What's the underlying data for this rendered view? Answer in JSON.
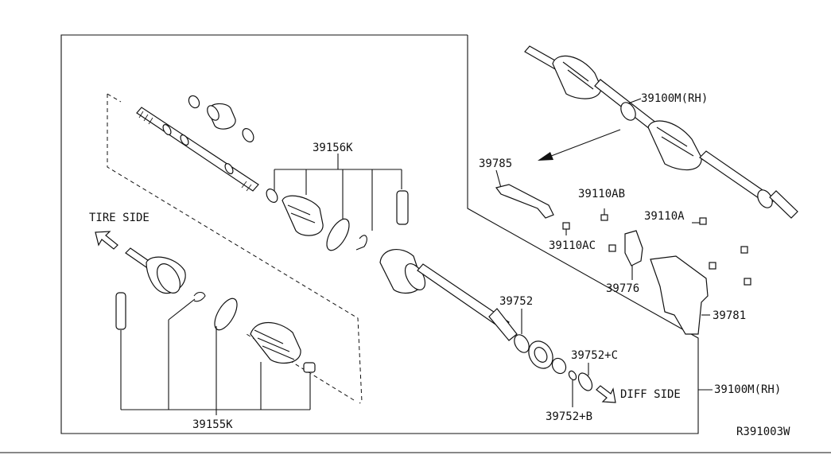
{
  "labels": {
    "p39156k": "39156K",
    "p39155k": "39155K",
    "tire_side": "TIRE SIDE",
    "diff_side": "DIFF SIDE",
    "p39752": "39752",
    "p39752c": "39752+C",
    "p39752b": "39752+B",
    "p39100m_top": "39100M(RH)",
    "p39100m_bottom": "39100M(RH)",
    "p39785": "39785",
    "p39110ab": "39110AB",
    "p39110a": "39110A",
    "p39110ac": "39110AC",
    "p39776": "39776",
    "p39781": "39781",
    "diagram_code": "R391003W"
  },
  "icons": {
    "tire_side_arrow": "hollow-arrow-upleft",
    "diff_side_arrow": "hollow-arrow-downright",
    "direction_arrow": "solid-arrow-left"
  },
  "colors": {
    "ink": "#111111",
    "background": "#ffffff"
  }
}
